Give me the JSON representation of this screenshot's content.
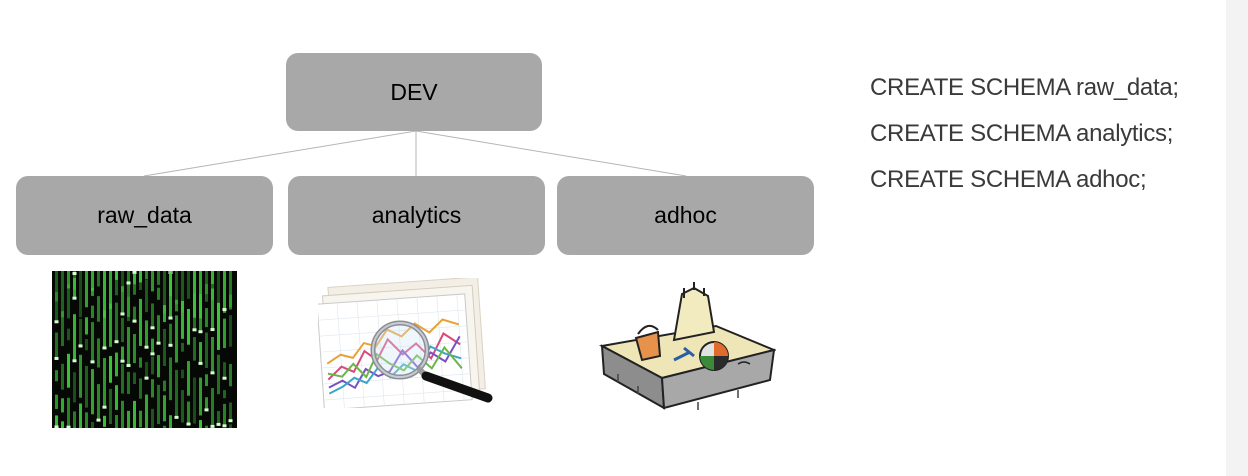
{
  "diagram": {
    "root": {
      "label": "DEV"
    },
    "children": [
      {
        "label": "raw_data",
        "image": "matrix-code-image"
      },
      {
        "label": "analytics",
        "image": "magnified-chart-image"
      },
      {
        "label": "adhoc",
        "image": "sandbox-image"
      }
    ]
  },
  "sql_statements": [
    "CREATE SCHEMA raw_data;",
    "CREATE SCHEMA analytics;",
    "CREATE SCHEMA adhoc;"
  ],
  "colors": {
    "node_fill": "#a8a8a8",
    "text": "#000000",
    "sql_text": "#3a3a3a",
    "matrix_green": "#3ecf3a"
  }
}
